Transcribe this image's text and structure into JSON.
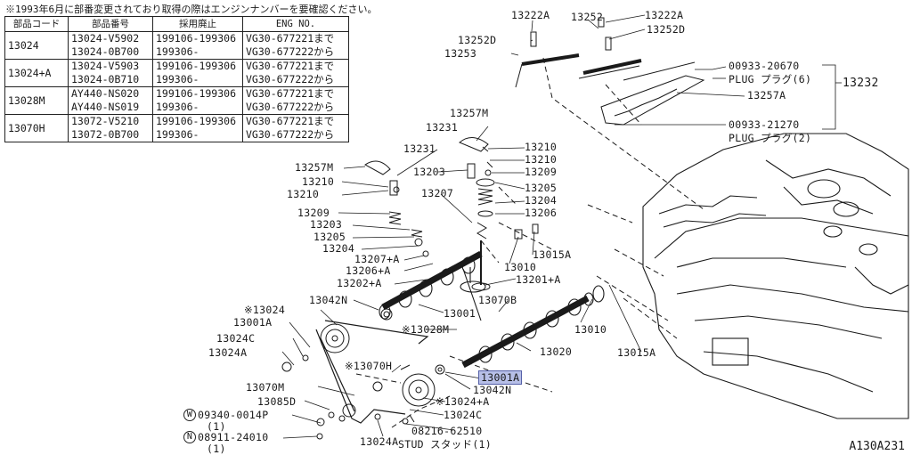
{
  "header_note": "※1993年6月に部番変更されており取得の際はエンジンナンバーを要確認ください。",
  "table": {
    "headers": [
      "部品コード",
      "部品番号",
      "採用廃止",
      "ENG NO."
    ],
    "rows": [
      {
        "code": "13024",
        "part_numbers": [
          "13024-V5902",
          "13024-0B700"
        ],
        "dates": [
          "199106-199306",
          "199306-"
        ],
        "eng": [
          "VG30-677221まで",
          "VG30-677222から"
        ]
      },
      {
        "code": "13024+A",
        "part_numbers": [
          "13024-V5903",
          "13024-0B710"
        ],
        "dates": [
          "199106-199306",
          "199306-"
        ],
        "eng": [
          "VG30-677221まで",
          "VG30-677222から"
        ]
      },
      {
        "code": "13028M",
        "part_numbers": [
          "AY440-NS020",
          "AY440-NS019"
        ],
        "dates": [
          "199106-199306",
          "199306-"
        ],
        "eng": [
          "VG30-677221まで",
          "VG30-677222から"
        ]
      },
      {
        "code": "13070H",
        "part_numbers": [
          "13072-V5210",
          "13072-0B700"
        ],
        "dates": [
          "199106-199306",
          "199306-"
        ],
        "eng": [
          "VG30-677221まで",
          "VG30-677222から"
        ]
      }
    ]
  },
  "labels": {
    "p13222A_a": "13222A",
    "p13252": "13252",
    "p13222A_b": "13222A",
    "p13252D_a": "13252D",
    "p13252D_b": "13252D",
    "p13253": "13253",
    "p00933_20670": "00933-20670",
    "plug6": "PLUG プラグ(6)",
    "p13232": "13232",
    "p13257A_r": "13257A",
    "p00933_21270": "00933-21270",
    "plug2": "PLUG プラグ(2)",
    "p13257M_t": "13257M",
    "p13231_t": "13231",
    "p13210_t": "13210",
    "p13210_t2": "13210",
    "p13209_t": "13209",
    "p13231_l": "13231",
    "p13203_t": "13203",
    "p13205_t": "13205",
    "p13257M_l": "13257M",
    "p13207_t": "13207",
    "p13204_t": "13204",
    "p13206_t": "13206",
    "p13210_l": "13210",
    "p13210_l2": "13210",
    "p13209_l": "13209",
    "p13203_l": "13203",
    "p13205_l": "13205",
    "p13204_l": "13204",
    "p13207A": "13207+A",
    "p13206A": "13206+A",
    "p13202A": "13202+A",
    "p13015A_t": "13015A",
    "p13010_t": "13010",
    "p13201A": "13201+A",
    "p13042N_t": "13042N",
    "p13024_s": "※13024",
    "p13001": "13001",
    "p13070B": "13070B",
    "p13001A_l": "13001A",
    "p13028M": "※13028M",
    "p13024C_l": "13024C",
    "p13010_b": "13010",
    "p13024A_l": "13024A",
    "p13020": "13020",
    "p13015A_b": "13015A",
    "p13070H": "※13070H",
    "p13001A_hl": "13001A",
    "p13070M": "13070M",
    "p13042N_b": "13042N",
    "p13085D": "13085D",
    "p13024A_s": "※13024+A",
    "p09340": "09340-0014P",
    "qty1a": "(1)",
    "p13024C_b": "13024C",
    "p08216": "08216-62510",
    "stud": "STUD スタッド(1)",
    "p08911": "08911-24010",
    "qty1b": "(1)",
    "p13024A_b": "13024A",
    "circle_w": "W",
    "circle_n": "N"
  },
  "figure_no": "A130A231",
  "colors": {
    "line": "#1a1a1a",
    "highlight": "#b7bfe7",
    "highlight_border": "#5560a8"
  }
}
